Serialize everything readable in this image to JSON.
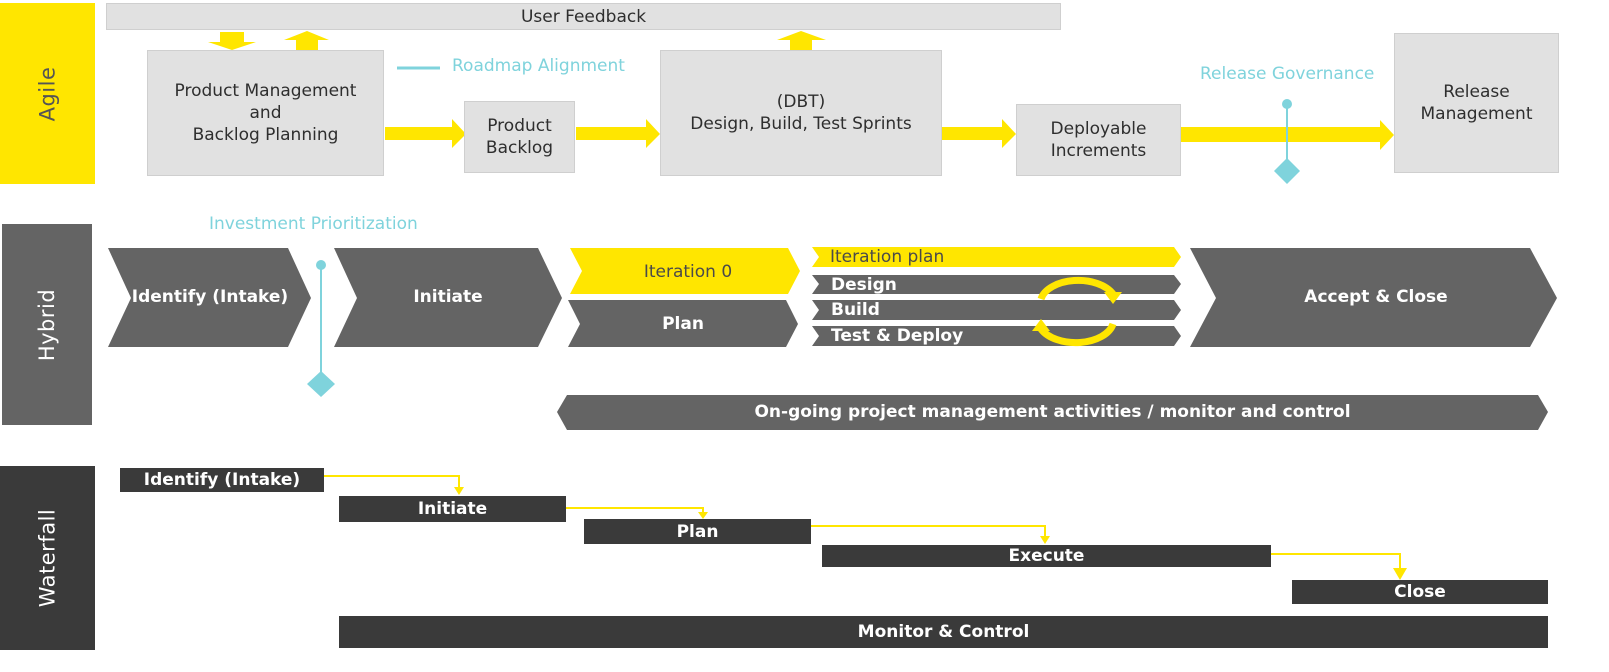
{
  "lanes": {
    "agile": "Agile",
    "hybrid": "Hybrid",
    "waterfall": "Waterfall"
  },
  "agile": {
    "user_feedback": "User Feedback",
    "product_management": "Product Management\nand\nBacklog Planning",
    "roadmap_alignment": "Roadmap Alignment",
    "product_backlog": "Product\nBacklog",
    "dbt": "(DBT)\nDesign, Build, Test Sprints",
    "deployable_increments": "Deployable\nIncrements",
    "release_governance": "Release Governance",
    "release_management": "Release\nManagement"
  },
  "hybrid": {
    "investment_prioritization": "Investment Prioritization",
    "identify": "Identify (Intake)",
    "initiate": "Initiate",
    "iteration0": "Iteration 0",
    "plan": "Plan",
    "iteration_plan": "Iteration plan",
    "design": "Design",
    "build": "Build",
    "test_deploy": "Test & Deploy",
    "accept_close": "Accept & Close",
    "ongoing": "On-going project management activities / monitor and control"
  },
  "waterfall": {
    "identify": "Identify (Intake)",
    "initiate": "Initiate",
    "plan": "Plan",
    "execute": "Execute",
    "close": "Close",
    "monitor": "Monitor & Control"
  },
  "colors": {
    "yellow": "#ffe600",
    "teal": "#7fd3dc",
    "light_gray": "#e1e1e1",
    "mid_gray": "#646464",
    "dark_gray": "#3a3a3a"
  }
}
